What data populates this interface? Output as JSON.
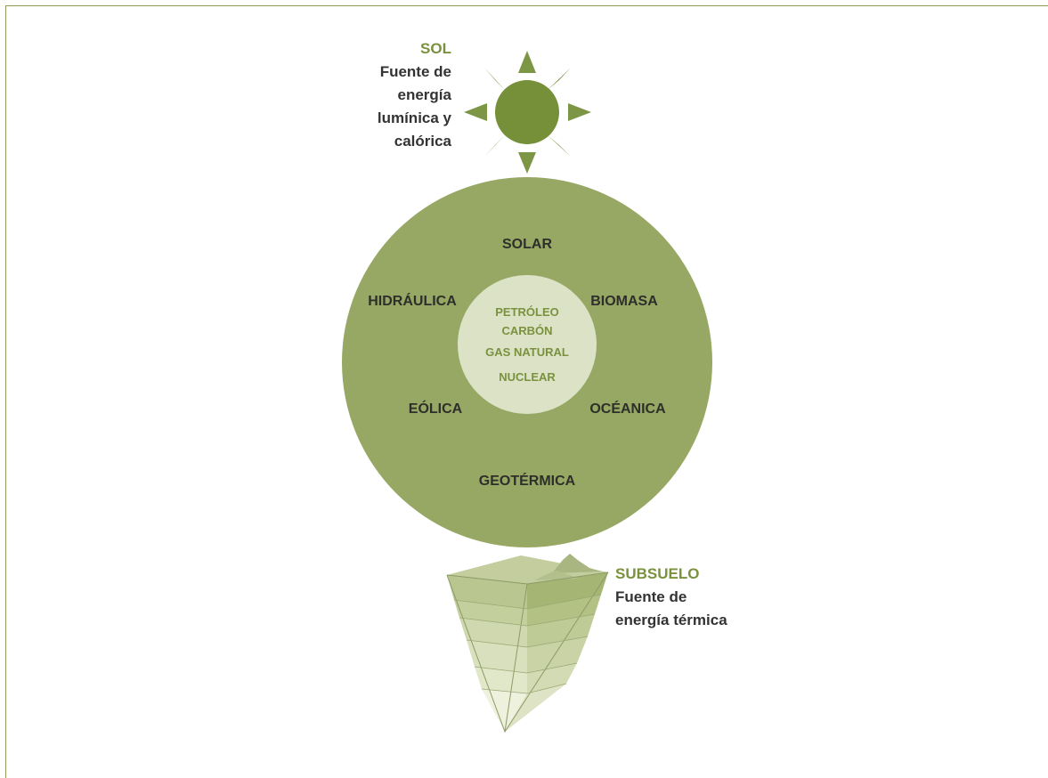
{
  "sun": {
    "title": "SOL",
    "description": "Fuente de\nenergía\nlumínica y\ncalórica"
  },
  "renewable_sources": {
    "solar": "SOLAR",
    "biomasa": "BIOMASA",
    "oceanica": "OCÉANICA",
    "geotermica": "GEOTÉRMICA",
    "eolica": "EÓLICA",
    "hidraulica": "HIDRÁULICA"
  },
  "non_renewable_sources": {
    "petroleo": "PETRÓLEO",
    "carbon": "CARBÓN",
    "gas_natural": "GAS NATURAL",
    "nuclear": "NUCLEAR"
  },
  "subsoil": {
    "title": "SUBSUELO",
    "description": "Fuente de\nenergía térmica"
  },
  "colors": {
    "frame": "#8c9c52",
    "sun": "#76903a",
    "outer_circle": "#97a864",
    "inner_circle": "#dbe2c6",
    "accent_text": "#7a913e"
  }
}
